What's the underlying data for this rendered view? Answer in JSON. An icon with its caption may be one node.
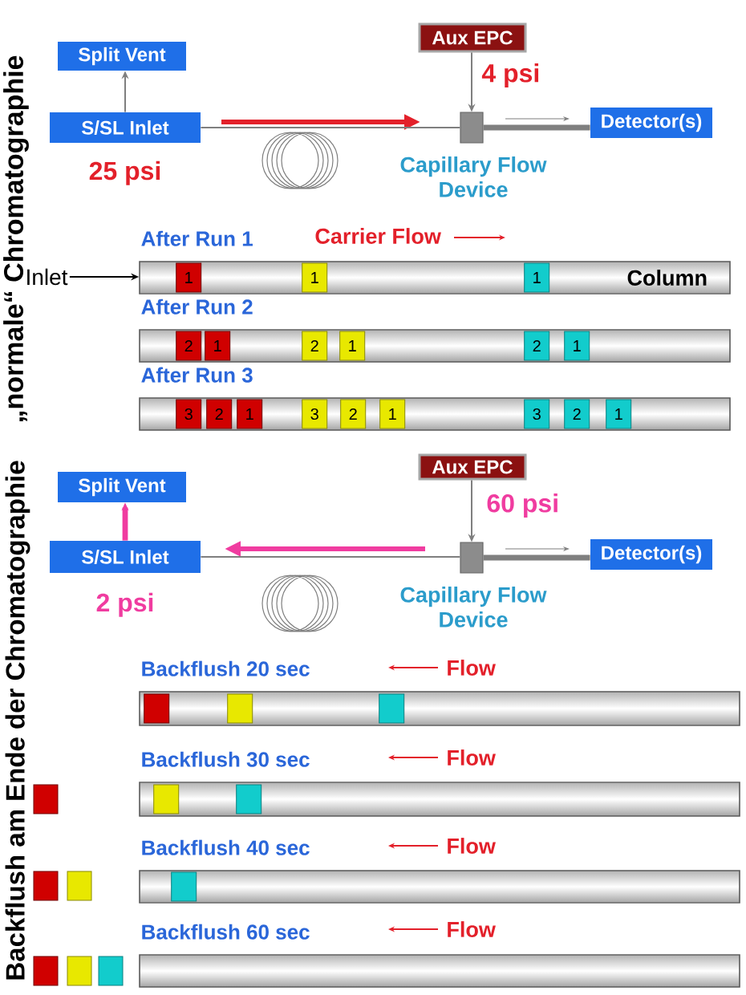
{
  "diagram": {
    "nodes": [
      {
        "text": [
          "Split Vent"
        ]
      },
      {
        "text": [
          "Aux EPC"
        ]
      },
      {
        "text": [
          "S/SL Inlet"
        ],
        "beside": [
          "25 psi"
        ]
      },
      {
        "text": [],
        "shape": "box",
        "beside": [
          "Capillary Flow Device"
        ]
      },
      {
        "text": [
          "Detector(s)"
        ]
      },
      {
        "text": [
          "Inlet"
        ]
      },
      {
        "text": [
          "After Run 1",
          "Column"
        ]
      },
      {
        "text": [
          "1"
        ],
        "in": 6
      },
      {
        "text": [
          "1"
        ],
        "in": 6
      },
      {
        "text": [
          "1"
        ],
        "in": 6
      },
      {
        "text": [
          "After Run 2"
        ]
      },
      {
        "text": [
          "2"
        ],
        "in": 10
      },
      {
        "text": [
          "1"
        ],
        "in": 10
      },
      {
        "text": [
          "2"
        ],
        "in": 10
      },
      {
        "text": [
          "1"
        ],
        "in": 10
      },
      {
        "text": [
          "2"
        ],
        "in": 10
      },
      {
        "text": [
          "1"
        ],
        "in": 10
      },
      {
        "text": [
          "After Run 3"
        ]
      },
      {
        "text": [
          "3"
        ],
        "in": 17
      },
      {
        "text": [
          "2"
        ],
        "in": 17
      },
      {
        "text": [
          "1"
        ],
        "in": 17
      },
      {
        "text": [
          "3"
        ],
        "in": 17
      },
      {
        "text": [
          "2"
        ],
        "in": 17
      },
      {
        "text": [
          "1"
        ],
        "in": 17
      },
      {
        "text": [
          "3"
        ],
        "in": 17
      },
      {
        "text": [
          "2"
        ],
        "in": 17
      },
      {
        "text": [
          "1"
        ],
        "in": 17
      },
      {
        "text": [
          "Split Vent"
        ]
      },
      {
        "text": [
          "Aux EPC"
        ]
      },
      {
        "text": [
          "S/SL Inlet"
        ],
        "beside": [
          "2 psi"
        ]
      },
      {
        "text": [],
        "shape": "box",
        "beside": [
          "Capillary Flow Device"
        ]
      },
      {
        "text": [
          "Detector(s)"
        ]
      },
      {
        "text": [
          "Backflush 20 sec"
        ]
      },
      {
        "text": [],
        "shape": "box",
        "in": 32
      },
      {
        "text": [],
        "shape": "box",
        "in": 32
      },
      {
        "text": [],
        "shape": "box",
        "in": 32
      },
      {
        "text": [],
        "shape": "box"
      },
      {
        "text": [
          "Backflush 30 sec"
        ]
      },
      {
        "text": [],
        "shape": "box",
        "in": 37
      },
      {
        "text": [],
        "shape": "box",
        "in": 37
      },
      {
        "text": [],
        "shape": "box"
      },
      {
        "text": [],
        "shape": "box"
      },
      {
        "text": [
          "Backflush 40 sec"
        ]
      },
      {
        "text": [],
        "shape": "box",
        "in": 42
      },
      {
        "text": [],
        "shape": "box"
      },
      {
        "text": [],
        "shape": "box"
      },
      {
        "text": [],
        "shape": "box"
      },
      {
        "text": [
          "Backflush 60 sec"
        ]
      }
    ],
    "edges": [
      {
        "from": 2,
        "to": 0,
        "arrow": "to"
      },
      {
        "from": 1,
        "to": 3,
        "arrow": "to"
      },
      {
        "from": 2,
        "to": 3,
        "arrow": "none"
      },
      {
        "from": 3,
        "to": 4,
        "arrow": "none",
        "style": "thick"
      },
      {
        "from": 5,
        "to": 6,
        "arrow": "to",
        "color": "#000000"
      },
      {
        "from": 29,
        "to": 27,
        "arrow": "to",
        "style": "thick",
        "color": "#f03ca0"
      },
      {
        "from": 28,
        "to": 30,
        "arrow": "to"
      },
      {
        "from": 29,
        "to": 30,
        "arrow": "none"
      },
      {
        "from": 30,
        "to": 31,
        "arrow": "none",
        "style": "thick"
      }
    ],
    "labels": [
      "„normale“ Chromatographie",
      "4 psi",
      "Carrier Flow",
      "Backflush am Ende der Chromatographie",
      "60 psi",
      "Flow",
      "Flow",
      "Flow",
      "Flow"
    ]
  }
}
